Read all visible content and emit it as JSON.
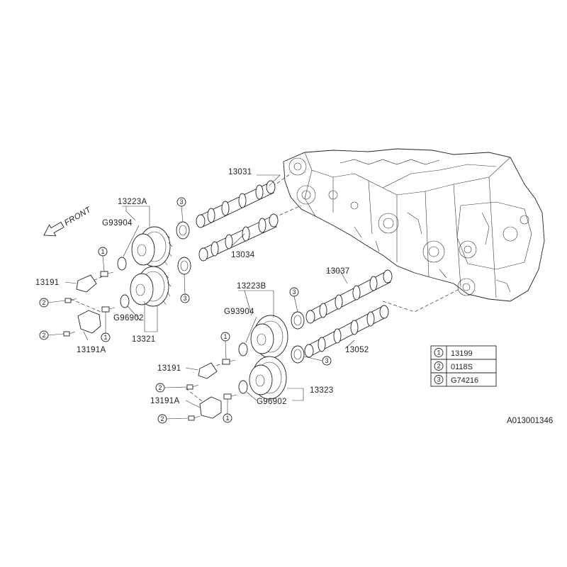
{
  "diagram": {
    "front_label": "FRONT",
    "figure_id": "A013001346",
    "part_labels": {
      "p13031": "13031",
      "p13034": "13034",
      "p13037": "13037",
      "p13052": "13052",
      "p13223a": "13223A",
      "p13223b": "13223B",
      "p_g93904_a": "G93904",
      "p_g93904_b": "G93904",
      "p_g96902_a": "G96902",
      "p_g96902_b": "G96902",
      "p13321": "13321",
      "p13323": "13323",
      "p13191_a": "13191",
      "p13191_b": "13191",
      "p13191a_a": "13191A",
      "p13191a_b": "13191A"
    },
    "callouts": {
      "c1": "1",
      "c2": "2",
      "c3": "3"
    },
    "legend": [
      {
        "num": "1",
        "part": "13199"
      },
      {
        "num": "2",
        "part": "0118S"
      },
      {
        "num": "3",
        "part": "G74216"
      }
    ]
  }
}
